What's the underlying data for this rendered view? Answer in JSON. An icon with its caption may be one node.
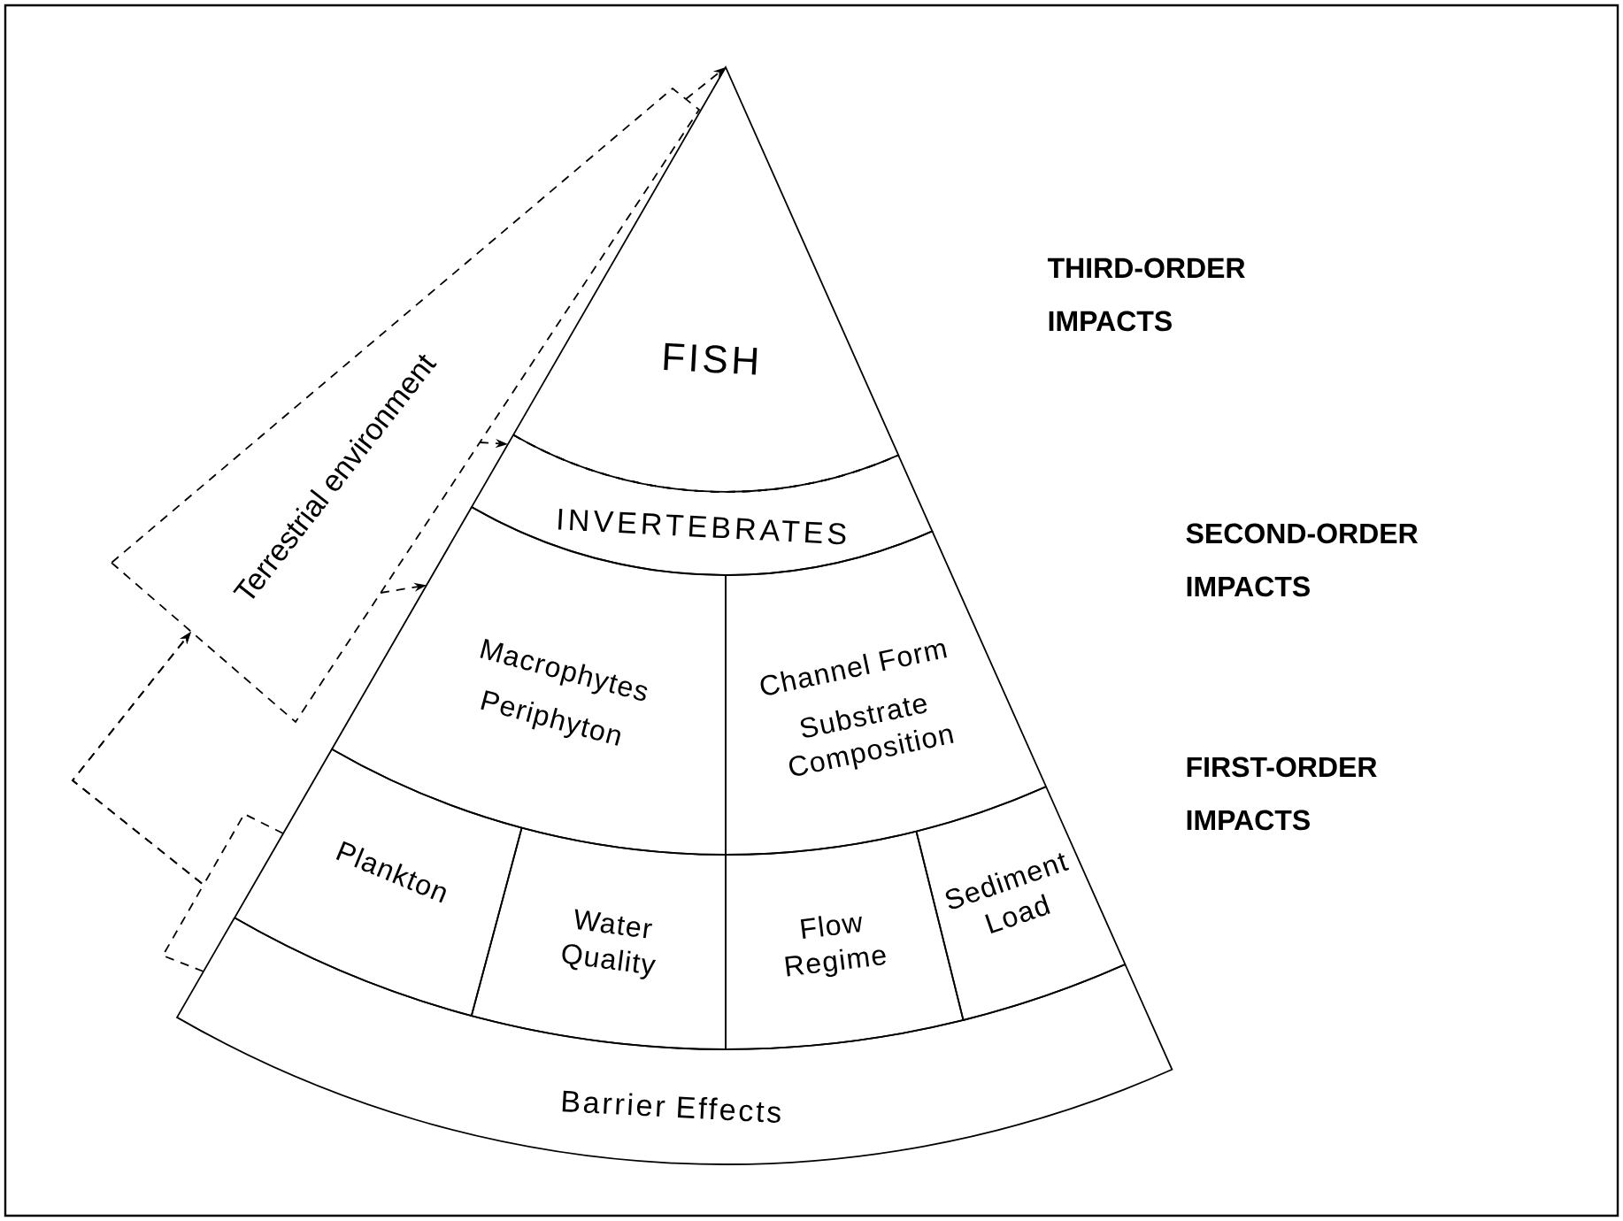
{
  "diagram": {
    "nodes": [
      {
        "text": [
          "FISH"
        ]
      },
      {
        "text": [
          "INVERTEBRATES"
        ]
      },
      {
        "text": [
          "Macrophytes",
          "Periphyton"
        ]
      },
      {
        "text": [
          "Channel Form",
          "Substrate Composition"
        ]
      },
      {
        "text": [
          "Plankton"
        ]
      },
      {
        "text": [
          "Water Quality"
        ]
      },
      {
        "text": [
          "Flow Regime"
        ]
      },
      {
        "text": [
          "Sediment Load"
        ]
      },
      {
        "text": [
          "Barrier Effects"
        ]
      },
      {
        "text": [
          "Terrestrial environment"
        ]
      }
    ],
    "edges": [
      {
        "from": 4,
        "to": 9,
        "arrow": "to",
        "style": "dashed"
      },
      {
        "from": 8,
        "to": 9,
        "arrow": "to",
        "style": "dashed"
      },
      {
        "from": 9,
        "to": 0,
        "arrow": "to",
        "style": "dashed"
      },
      {
        "from": 9,
        "to": 1,
        "arrow": "to",
        "style": "dashed"
      },
      {
        "from": 9,
        "to": 2,
        "arrow": "to",
        "style": "dashed"
      }
    ],
    "labels": [
      "THIRD-ORDER IMPACTS",
      "SECOND-ORDER IMPACTS",
      "FIRST-ORDER IMPACTS"
    ]
  }
}
